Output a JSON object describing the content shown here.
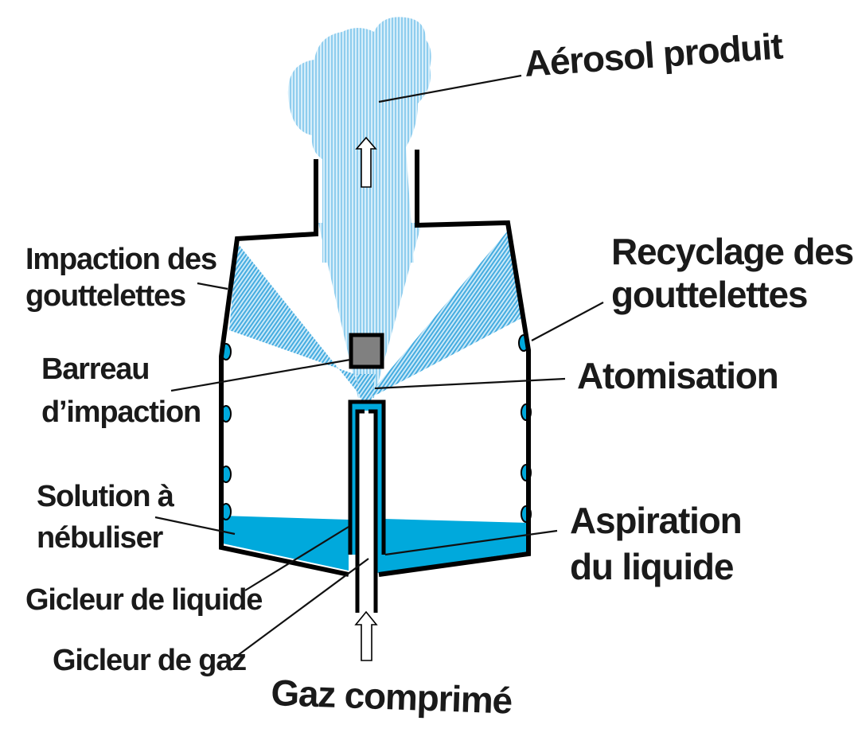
{
  "diagram": {
    "title": "Nébuliseur pneumatique",
    "colors": {
      "liquid": "#00a9dc",
      "aerosol": "#a8d8f0",
      "aerosol_dense": "#5cb8e4",
      "wall": "#000000",
      "impactor_bar": "#808080",
      "text": "#1a1a1a"
    },
    "labels": {
      "aerosol_produit": "Aérosol produit",
      "impaction_line1": "Impaction des",
      "impaction_line2": "gouttelettes",
      "recyclage_line1": "Recyclage des",
      "recyclage_line2": "gouttelettes",
      "barreau_line1": "Barreau",
      "barreau_line2": "d’impaction",
      "atomisation": "Atomisation",
      "solution_line1": "Solution à",
      "solution_line2": "nébuliser",
      "aspiration_line1": "Aspiration",
      "aspiration_line2": "du liquide",
      "gicleur_liquide": "Gicleur de liquide",
      "gicleur_gaz": "Gicleur de gaz",
      "gaz_comprime": "Gaz comprimé"
    },
    "icons": {
      "aerosol_flow": "up-arrow-icon",
      "gas_inflow": "up-arrow-icon"
    }
  }
}
